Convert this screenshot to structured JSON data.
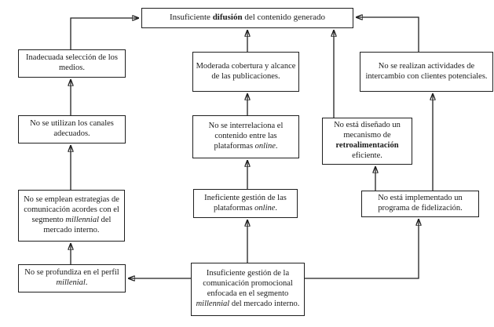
{
  "diagram": {
    "kind": "problem-tree",
    "language": "es",
    "colors": {
      "background": "#ffffff",
      "box_border": "#1f1f1f",
      "text": "#1a1a1a",
      "arrow": "#1f1f1f"
    },
    "nodes": {
      "insuficiente-difusion": {
        "text": "Insuficiente difusión del contenido generado",
        "rich": [
          {
            "t": "Insuficiente "
          },
          {
            "t": "difusión",
            "b": true
          },
          {
            "t": " del contenido generado"
          }
        ]
      },
      "inadecuada-seleccion-medios": {
        "text": "Inadecuada selección de los medios.",
        "rich": [
          {
            "t": "Inadecuada selección de los medios."
          }
        ]
      },
      "no-canales-adecuados": {
        "text": "No se utilizan los canales adecuados.",
        "rich": [
          {
            "t": "No se utilizan los canales adecuados."
          }
        ]
      },
      "no-estrategias-comunicacion": {
        "text": "No se emplean estrategias de comunicación acordes con el segmento millennial del mercado interno.",
        "rich": [
          {
            "t": "No se emplean estrategias de comunicación acordes con el segmento "
          },
          {
            "t": "millennial",
            "i": true
          },
          {
            "t": " del mercado interno."
          }
        ]
      },
      "no-profundiza-perfil": {
        "text": "No se profundiza en el perfil millenial.",
        "rich": [
          {
            "t": "No se profundiza en el perfil "
          },
          {
            "t": "millenial",
            "i": true
          },
          {
            "t": "."
          }
        ]
      },
      "moderada-cobertura": {
        "text": "Moderada cobertura y alcance de las publicaciones.",
        "rich": [
          {
            "t": "Moderada cobertura y alcance de las publicaciones."
          }
        ]
      },
      "no-interrelaciona-contenido": {
        "text": "No se interrelaciona el contenido entre las plataformas online.",
        "rich": [
          {
            "t": "No se interrelaciona el contenido entre las plataformas "
          },
          {
            "t": "online",
            "i": true
          },
          {
            "t": "."
          }
        ]
      },
      "ineficiente-gestion-plataformas": {
        "text": "Ineficiente gestión de las plataformas online.",
        "rich": [
          {
            "t": "Ineficiente gestión de las plataformas "
          },
          {
            "t": "online",
            "i": true
          },
          {
            "t": "."
          }
        ]
      },
      "no-actividades-intercambio": {
        "text": "No se realizan actividades de intercambio con clientes potenciales.",
        "rich": [
          {
            "t": "No se realizan actividades de intercambio con clientes potenciales."
          }
        ]
      },
      "no-mecanismo-retroalimentacion": {
        "text": "No está diseñado un mecanismo de retroalimentación eficiente.",
        "rich": [
          {
            "t": "No está diseñado un mecanismo de "
          },
          {
            "t": "retroalimentación",
            "b": true
          },
          {
            "t": " eficiente."
          }
        ]
      },
      "no-programa-fidelizacion": {
        "text": "No está implementado un programa de fidelización.",
        "rich": [
          {
            "t": "No está implementado un programa de fidelización."
          }
        ]
      },
      "insuficiente-gestion-comunicacion": {
        "text": "Insuficiente gestión de la comunicación promocional enfocada en el segmento millennial del mercado interno.",
        "rich": [
          {
            "t": "Insuficiente gestión de la comunicación promocional enfocada en el segmento "
          },
          {
            "t": "millennial",
            "i": true
          },
          {
            "t": " del mercado interno."
          }
        ]
      }
    },
    "edges": [
      {
        "from": "inadecuada-seleccion-medios",
        "to": "insuficiente-difusion"
      },
      {
        "from": "no-canales-adecuados",
        "to": "inadecuada-seleccion-medios"
      },
      {
        "from": "no-estrategias-comunicacion",
        "to": "no-canales-adecuados"
      },
      {
        "from": "no-profundiza-perfil",
        "to": "no-estrategias-comunicacion"
      },
      {
        "from": "insuficiente-gestion-comunicacion",
        "to": "no-profundiza-perfil"
      },
      {
        "from": "insuficiente-gestion-comunicacion",
        "to": "ineficiente-gestion-plataformas"
      },
      {
        "from": "ineficiente-gestion-plataformas",
        "to": "no-interrelaciona-contenido"
      },
      {
        "from": "no-interrelaciona-contenido",
        "to": "moderada-cobertura"
      },
      {
        "from": "moderada-cobertura",
        "to": "insuficiente-difusion"
      },
      {
        "from": "insuficiente-gestion-comunicacion",
        "to": "no-programa-fidelizacion"
      },
      {
        "from": "no-programa-fidelizacion",
        "to": "no-mecanismo-retroalimentacion"
      },
      {
        "from": "no-programa-fidelizacion",
        "to": "no-actividades-intercambio"
      },
      {
        "from": "no-mecanismo-retroalimentacion",
        "to": "insuficiente-difusion"
      },
      {
        "from": "no-actividades-intercambio",
        "to": "insuficiente-difusion"
      }
    ]
  }
}
